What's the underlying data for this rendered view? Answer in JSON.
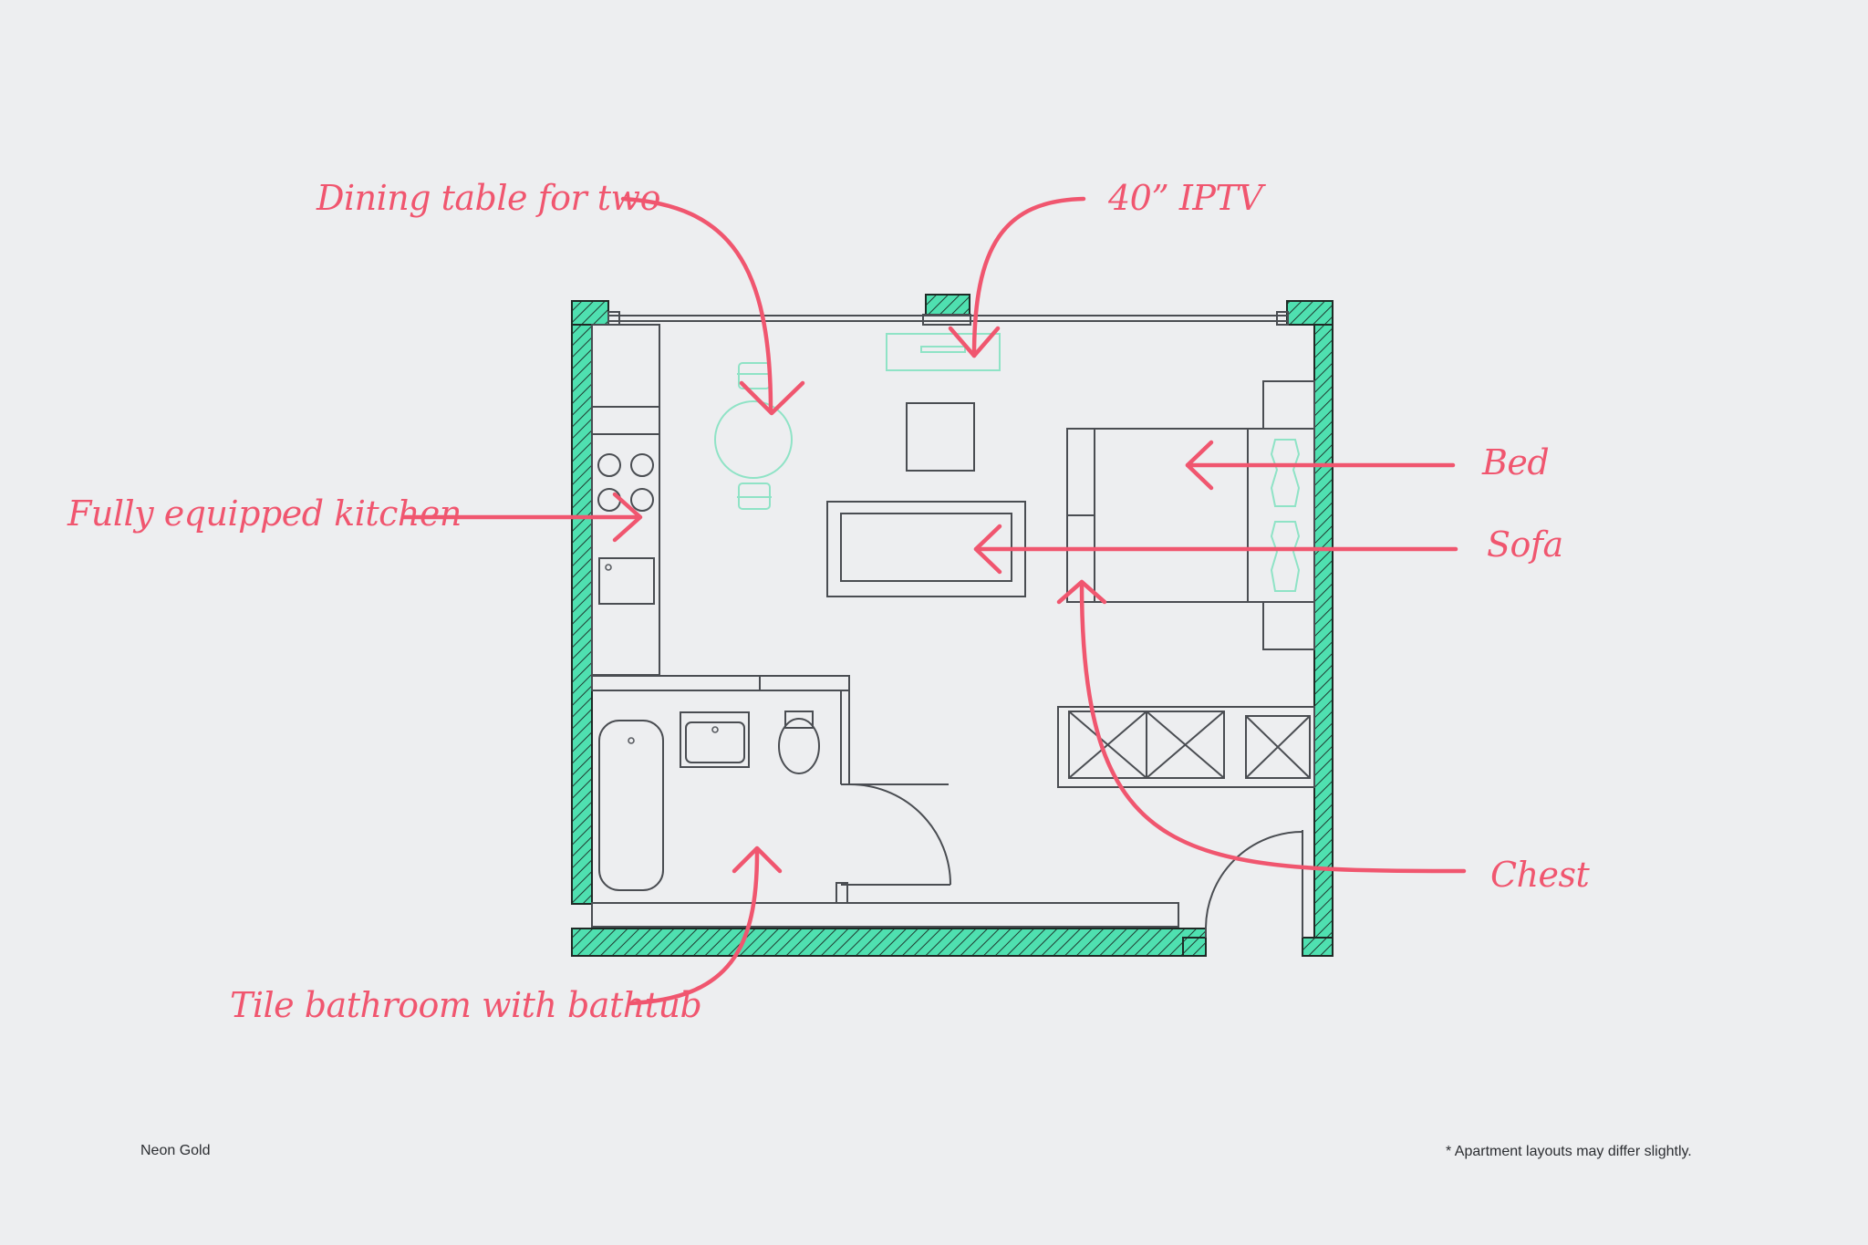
{
  "labels": {
    "dining": "Dining table for two",
    "tv": "40” IPTV",
    "kitchen": "Fully equipped kitchen",
    "bed": "Bed",
    "sofa": "Sofa",
    "chest": "Chest",
    "bathroom": "Tile bathroom with bathtub"
  },
  "footer": {
    "name": "Neon Gold",
    "disclaimer": "* Apartment layouts may differ slightly."
  },
  "colors": {
    "background": "#edeef0",
    "wall": "#4fe0b0",
    "annotation": "#f0566f",
    "furniture_line": "#4a4d52",
    "highlight": "#8fe3c6"
  }
}
